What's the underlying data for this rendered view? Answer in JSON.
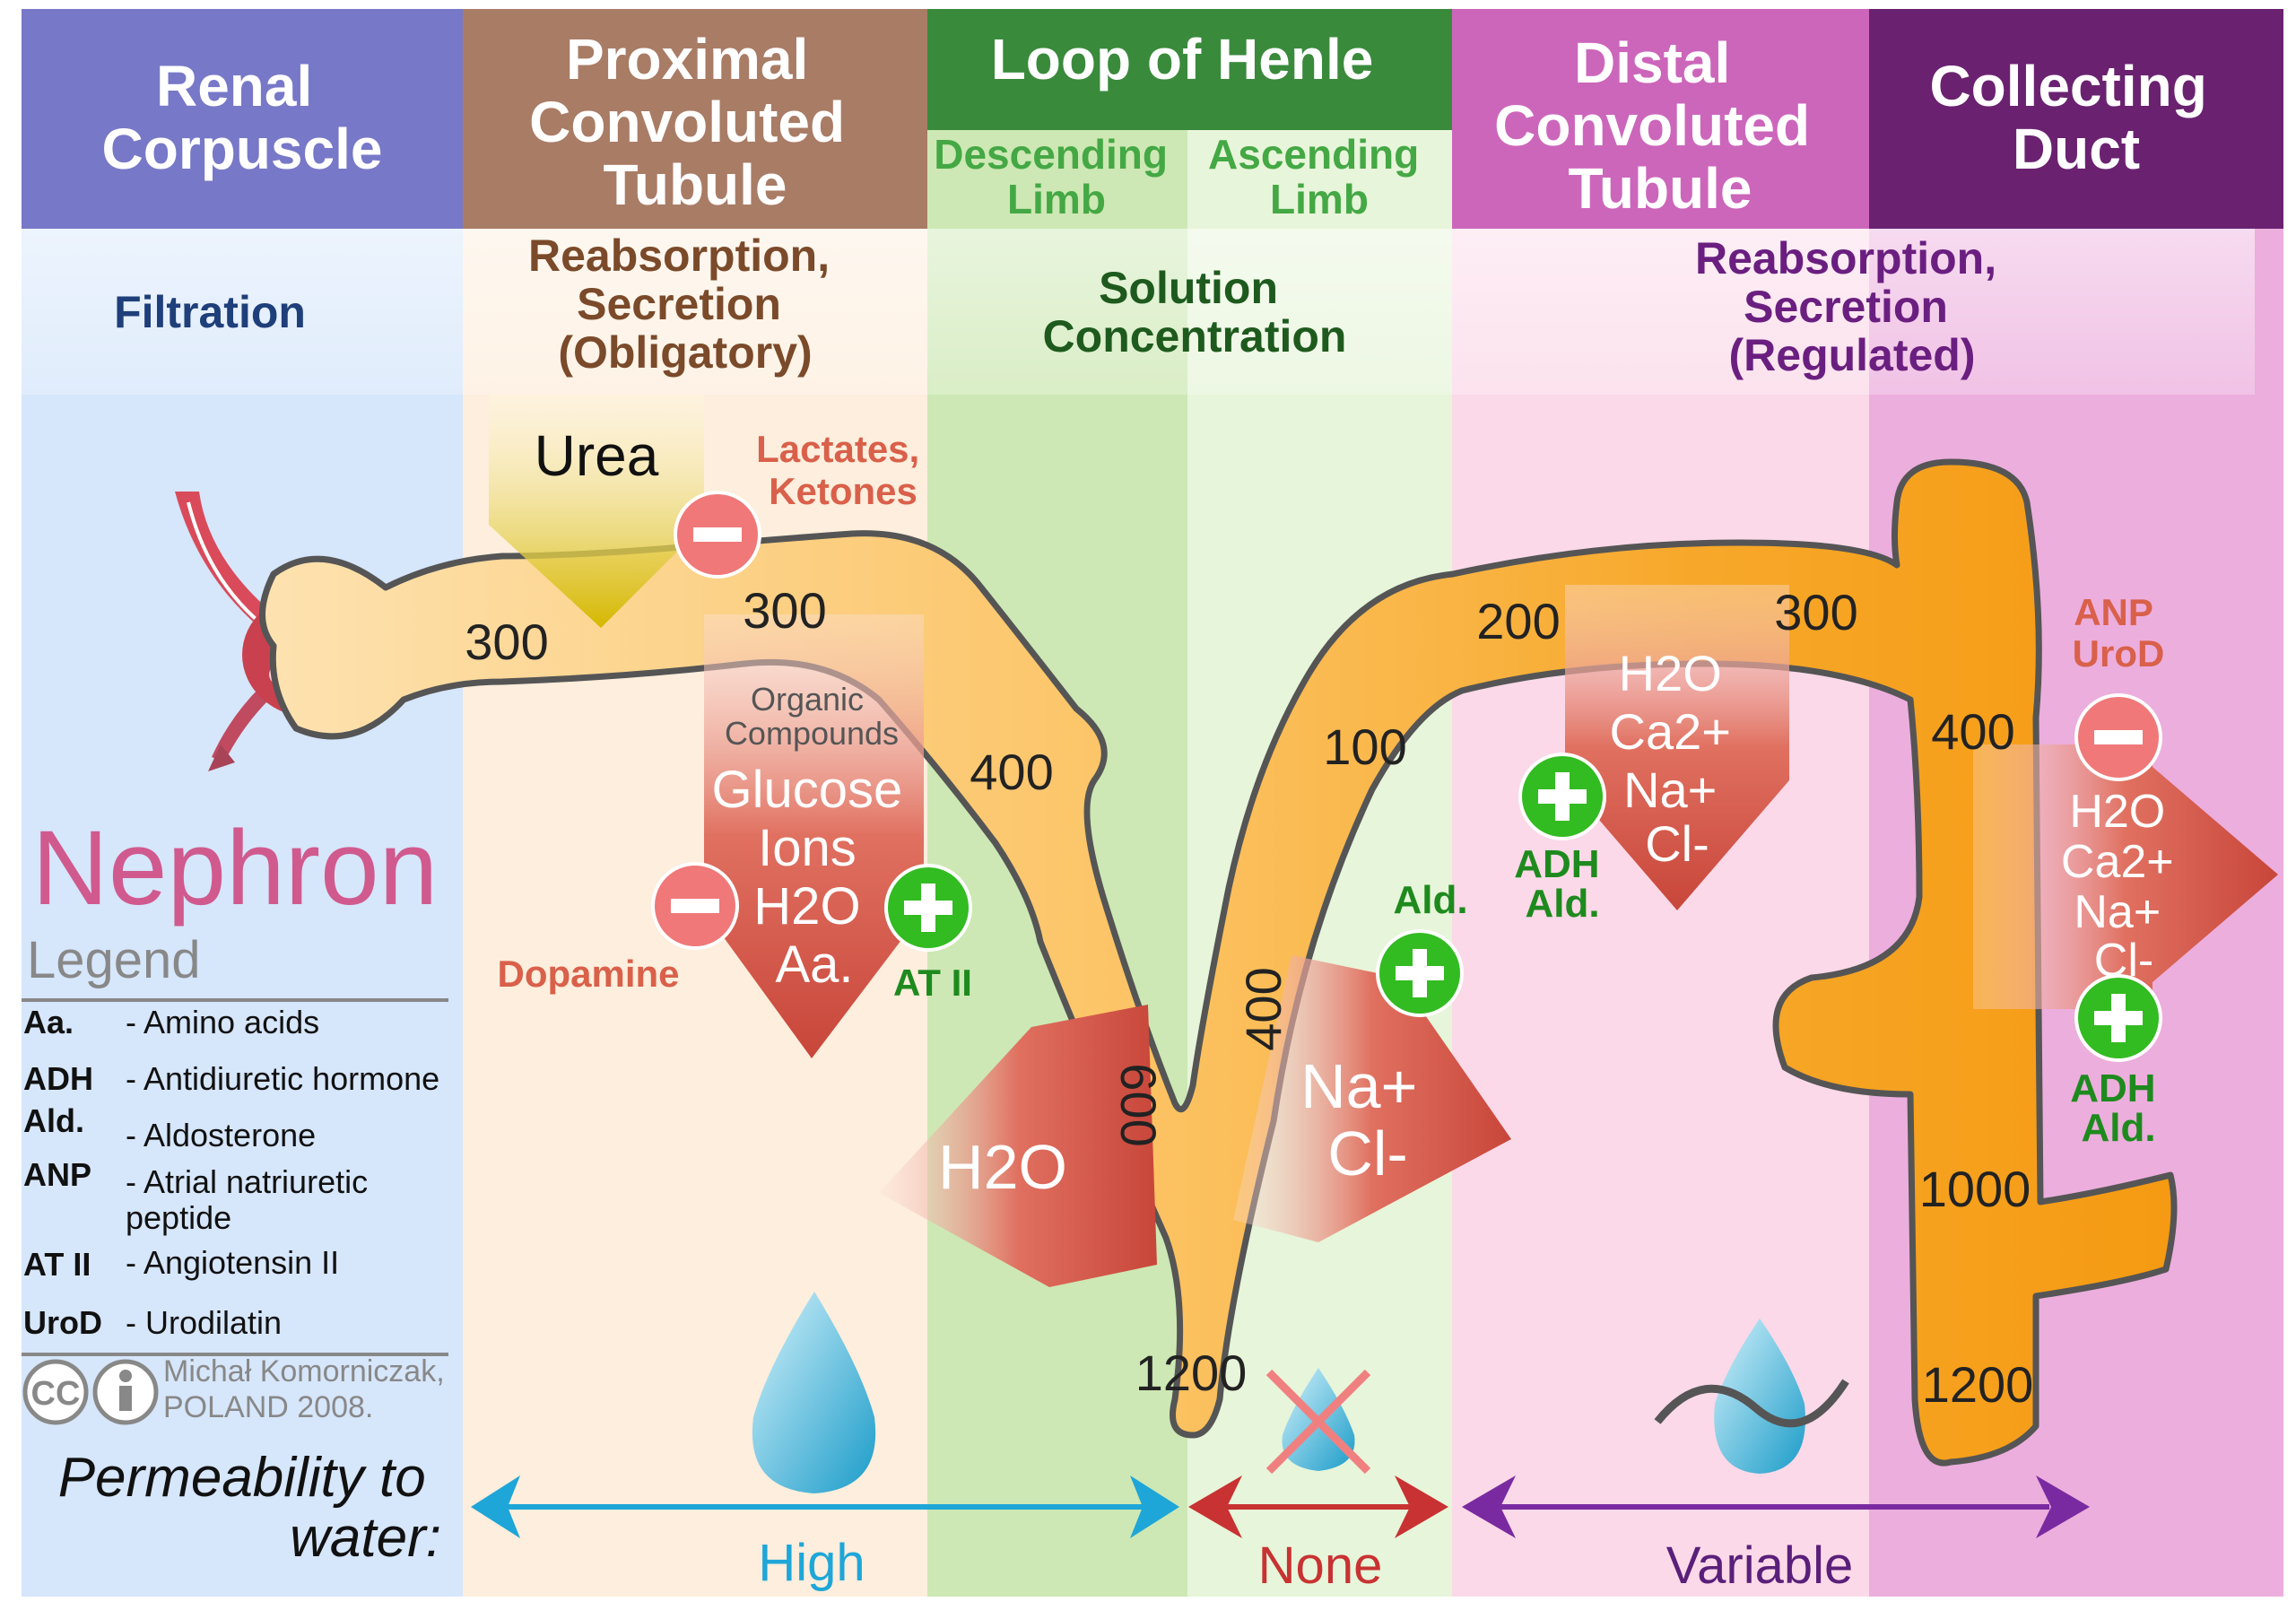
{
  "colors": {
    "renal": "#7878c8",
    "proximal": "#a97c66",
    "henle": "#3a8a3c",
    "distal": "#cc66bb",
    "collecting": "#6a2270",
    "tubule_light": "#fdd08a",
    "tubule_dark": "#f59a12",
    "high": "#1ea6d8",
    "none": "#c83232",
    "variable": "#7a2aa0",
    "plus": "#33bb22",
    "minus": "#f07878"
  },
  "header": {
    "renal_corpuscle": [
      "Renal",
      "Corpuscle"
    ],
    "proximal": [
      "Proximal",
      "Convoluted",
      "Tubule"
    ],
    "loop_of_henle": "Loop of Henle",
    "descending_limb": [
      "Descending",
      "Limb"
    ],
    "ascending_limb": [
      "Ascending",
      "Limb"
    ],
    "distal": [
      "Distal",
      "Convoluted",
      "Tubule"
    ],
    "collecting_duct": [
      "Collecting",
      "Duct"
    ]
  },
  "functions": {
    "filtration": "Filtration",
    "proximal": [
      "Reabsorption,",
      "Secretion",
      "(Obligatory)"
    ],
    "loop": [
      "Solution",
      "Concentration"
    ],
    "distal": [
      "Reabsorption,",
      "Secretion",
      "(Regulated)"
    ]
  },
  "osmolarity": {
    "corpuscle": "300",
    "proximal": "300",
    "descending_400": "400",
    "descending_600": "600",
    "bottom": "1200",
    "ascending_400": "400",
    "ascending_100": "100",
    "distal_200": "200",
    "distal_300": "300",
    "collecting_400": "400",
    "collecting_1000": "1000",
    "collecting_1200": "1200"
  },
  "substances": {
    "urea": "Urea",
    "lactates": [
      "Lactates,",
      "Ketones"
    ],
    "organic": [
      "Organic",
      "Compounds"
    ],
    "proximal_list": [
      "Glucose",
      "Ions",
      "H2O",
      "Aa."
    ],
    "water": "H2O",
    "nacl": [
      "Na+",
      "Cl-"
    ],
    "distal_list": [
      "H2O",
      "Ca2+",
      "Na+",
      "Cl-"
    ],
    "collecting_list": [
      "H2O",
      "Ca2+",
      "Na+",
      "Cl-"
    ]
  },
  "regulators": {
    "dopamine": "Dopamine",
    "at2": "AT II",
    "ald_loop": "Ald.",
    "adh_ald_distal": [
      "ADH",
      "Ald."
    ],
    "anp_urod": [
      "ANP",
      "UroD"
    ],
    "adh_ald_collecting": [
      "ADH",
      "Ald."
    ]
  },
  "title": "Nephron",
  "legend": {
    "heading": "Legend",
    "items": [
      {
        "abbr": "Aa.",
        "desc": "- Amino acids"
      },
      {
        "abbr": "ADH",
        "desc": "- Antidiuretic hormone"
      },
      {
        "abbr": "Ald.",
        "desc": "- Aldosterone"
      },
      {
        "abbr": "ANP",
        "desc": "- Atrial natriuretic",
        "desc2": "peptide"
      },
      {
        "abbr": "AT II",
        "desc": "- Angiotensin II"
      },
      {
        "abbr": "UroD",
        "desc": "- Urodilatin"
      }
    ]
  },
  "credit": [
    "Michał Komorniczak,",
    "POLAND 2008."
  ],
  "cc_mark": "CC",
  "permeability": {
    "label": [
      "Permeability to",
      "water:"
    ],
    "high": "High",
    "none": "None",
    "variable": "Variable"
  }
}
